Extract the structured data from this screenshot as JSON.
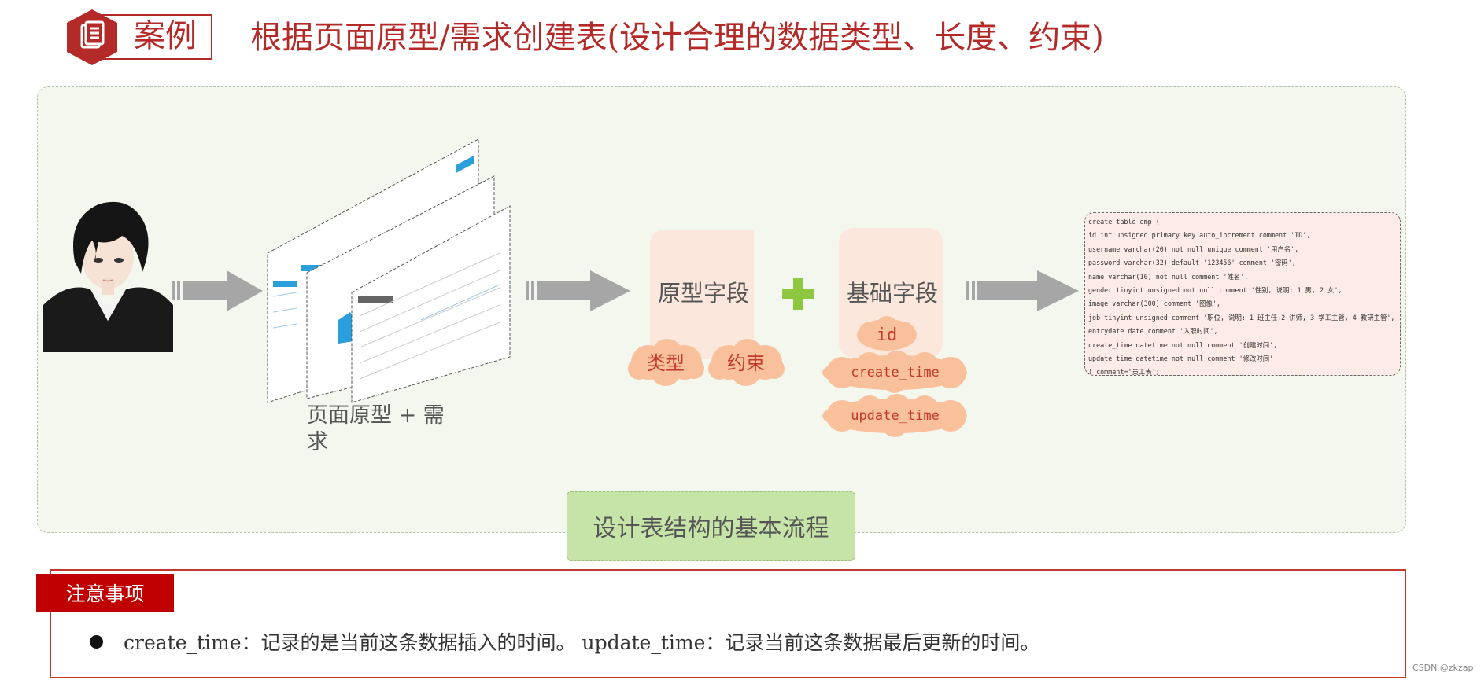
{
  "header": {
    "badge_label": "案例",
    "title": "根据页面原型/需求创建表(设计合理的数据类型、长度、约束)"
  },
  "diagram": {
    "pages_caption": "页面原型 + 需求",
    "prototype_fields": {
      "title": "原型字段",
      "tags": [
        "类型",
        "约束"
      ]
    },
    "base_fields": {
      "title": "基础字段",
      "tags": [
        "id",
        "create_time",
        "update_time"
      ]
    },
    "code_lines": [
      "create table emp (",
      "  id int unsigned primary key auto_increment comment 'ID',",
      "  username varchar(20) not null unique comment '用户名',",
      "  password varchar(32) default '123456' comment '密码',",
      "  name varchar(10) not null comment '姓名',",
      "  gender tinyint unsigned not null comment '性别, 说明: 1 男, 2 女',",
      "  image varchar(300) comment '图像',",
      "  job tinyint unsigned comment '职位, 说明: 1 班主任,2 讲师, 3 学工主管, 4 教研主管',",
      "  entrydate date comment '入职时间',",
      "  create_time datetime not null comment '创建时间',",
      "  update_time datetime not null comment '修改时间'",
      ") comment='员工表';"
    ],
    "flow_label": "设计表结构的基本流程"
  },
  "notes": {
    "tag": "注意事项",
    "text": "create_time：记录的是当前这条数据插入的时间。 update_time：记录当前这条数据最后更新的时间。"
  },
  "watermark": "CSDN @zkzap",
  "colors": {
    "accent_red": "#b42a28",
    "panel_bg": "#f4f7ee",
    "cloud": "#f8c09b",
    "plus_green": "#8dc63f",
    "flow_label_bg": "#c6e4a8"
  }
}
